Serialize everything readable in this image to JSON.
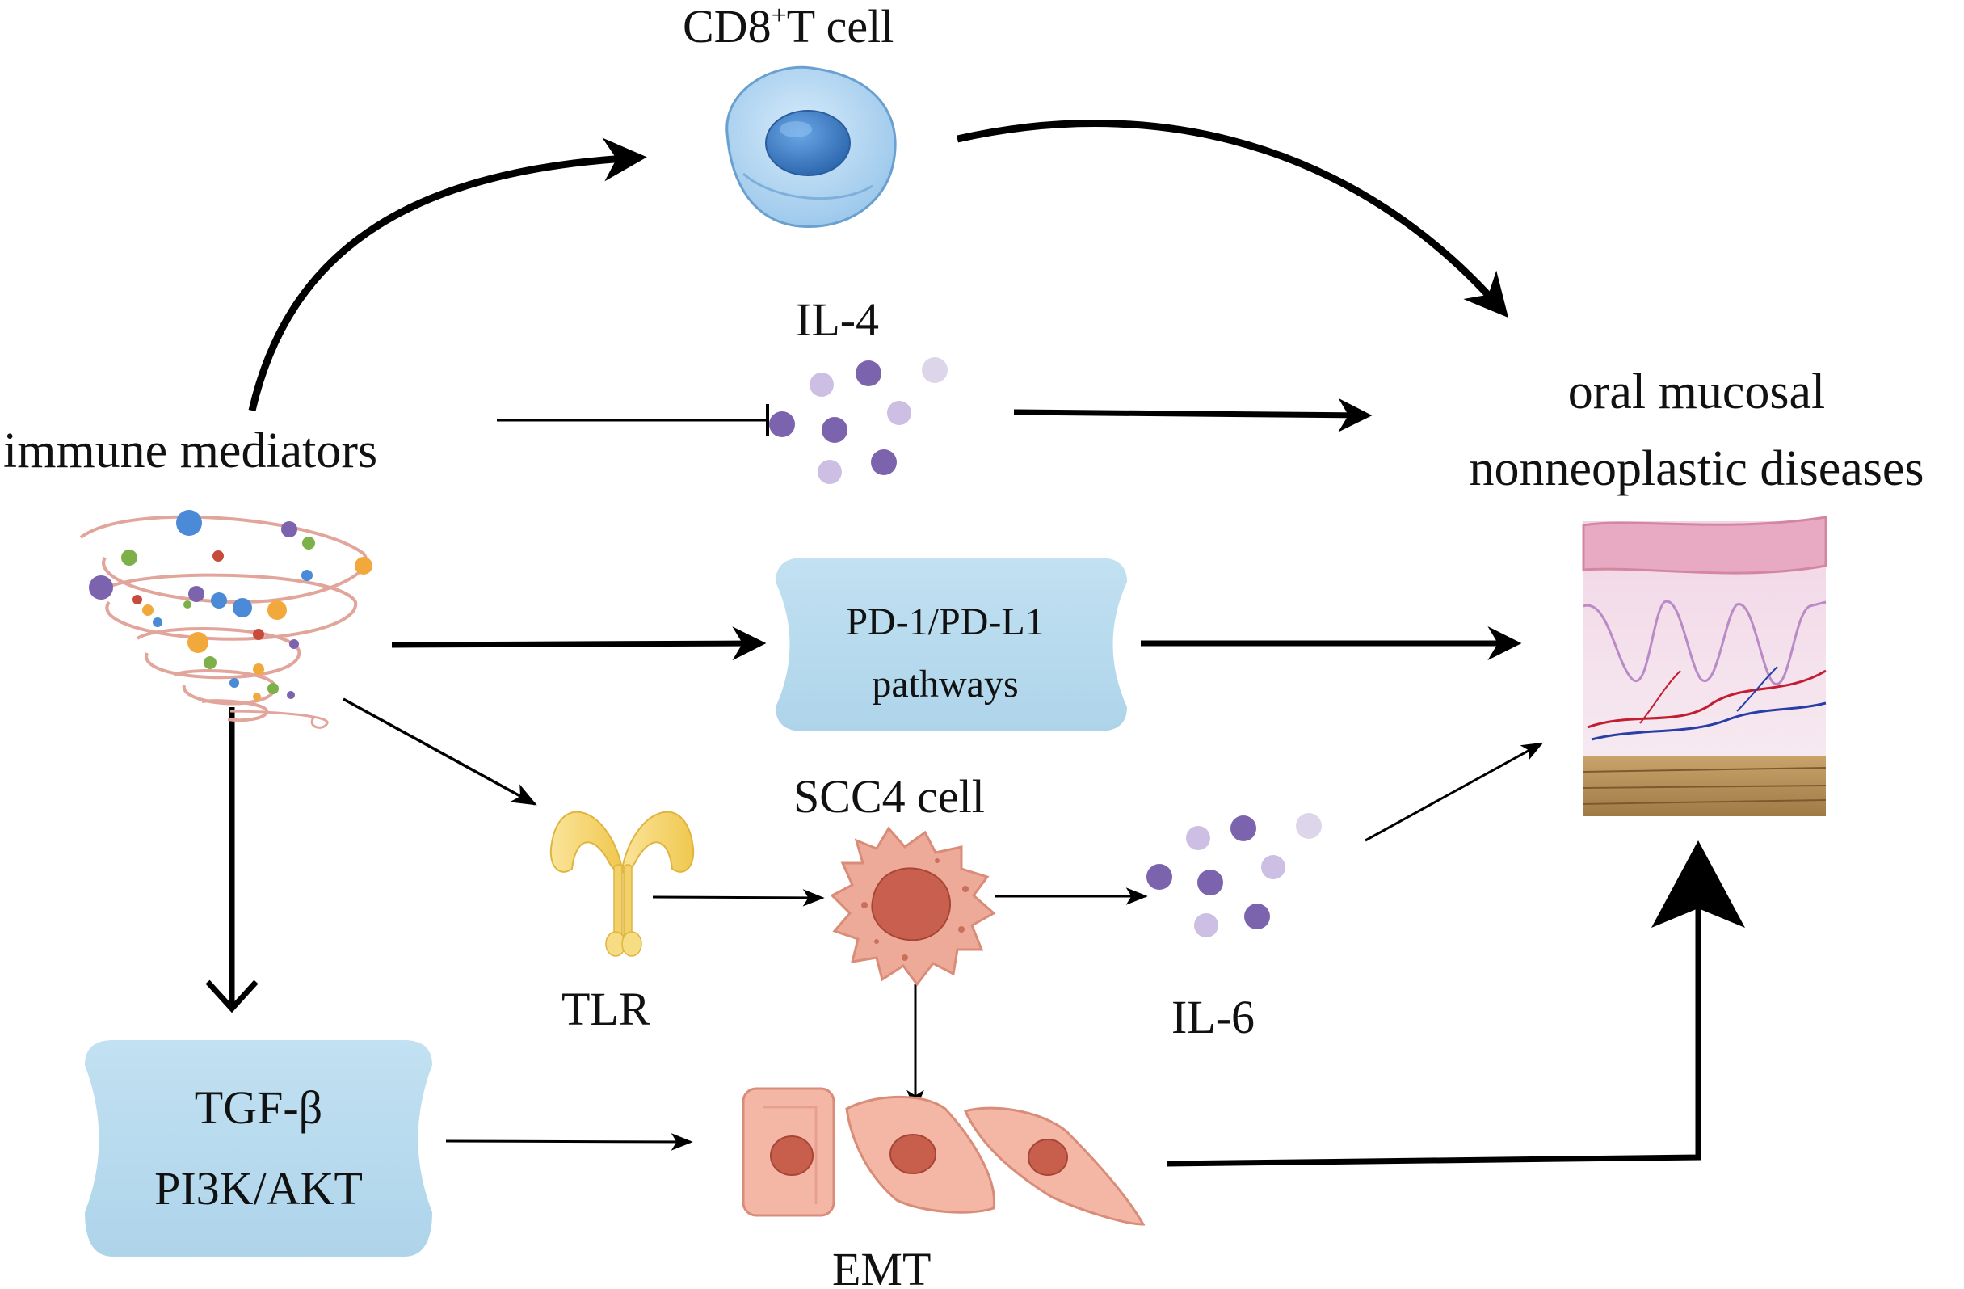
{
  "labels": {
    "cd8": "CD8",
    "cd8_sup": "+",
    "cd8_suffix": "T cell",
    "il4": "IL-4",
    "immune_mediators": "immune mediators",
    "disease_line1": "oral mucosal",
    "disease_line2": "nonneoplastic diseases",
    "pd1_line1": "PD-1/PD-L1",
    "pd1_line2": "pathways",
    "scc4": "SCC4 cell",
    "tlr": "TLR",
    "il6": "IL-6",
    "tgf_line1": "TGF-β",
    "tgf_line2": "PI3K/AKT",
    "emt": "EMT"
  },
  "colors": {
    "arrow": "#000000",
    "box_fill": "#b9dcef",
    "cell_blue": "#a9d0f0",
    "nucleus_blue": "#3f7dc4",
    "molecule_dark": "#7b63ad",
    "molecule_light": "#cdbfe3",
    "tlr_yellow": "#f6d56a",
    "scc4_pink": "#eeaa98",
    "emt_pink": "#f4b7a6",
    "tissue_pink": "#efc9de",
    "muscle_brown": "#b08a55"
  }
}
